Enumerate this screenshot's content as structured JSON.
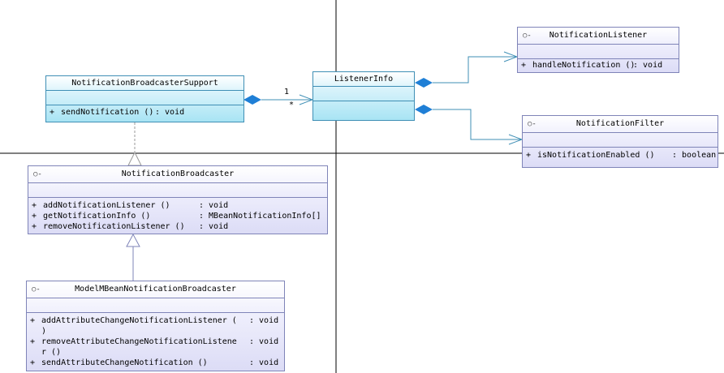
{
  "classes": {
    "support": {
      "name": "NotificationBroadcasterSupport",
      "operations": [
        {
          "visibility": "+",
          "name": "sendNotification ()",
          "return": ": void"
        }
      ]
    },
    "listener_info": {
      "name": "ListenerInfo"
    },
    "listener": {
      "icon": "○-",
      "name": "NotificationListener",
      "operations": [
        {
          "visibility": "+",
          "name": "handleNotification ()",
          "return": ": void"
        }
      ]
    },
    "filter": {
      "icon": "○-",
      "name": "NotificationFilter",
      "operations": [
        {
          "visibility": "+",
          "name": "isNotificationEnabled ()",
          "return": ": boolean"
        }
      ]
    },
    "broadcaster": {
      "icon": "○-",
      "name": "NotificationBroadcaster",
      "operations": [
        {
          "visibility": "+",
          "name": "addNotificationListener ()",
          "return": ": void"
        },
        {
          "visibility": "+",
          "name": "getNotificationInfo ()",
          "return": ": MBeanNotificationInfo[]"
        },
        {
          "visibility": "+",
          "name": "removeNotificationListener ()",
          "return": ": void"
        }
      ]
    },
    "model": {
      "icon": "○-",
      "name": "ModelMBeanNotificationBroadcaster",
      "operations": [
        {
          "visibility": "+",
          "name": "addAttributeChangeNotificationListener (",
          "return": ": void"
        },
        {
          "visibility": "",
          "name": ")",
          "return": ""
        },
        {
          "visibility": "+",
          "name": "removeAttributeChangeNotificationListene",
          "return": ": void"
        },
        {
          "visibility": "",
          "name": "r ()",
          "return": ""
        },
        {
          "visibility": "+",
          "name": "sendAttributeChangeNotification ()",
          "return": ": void"
        }
      ]
    }
  },
  "multiplicity": {
    "source": "1",
    "target": "*"
  },
  "colors": {
    "line": "#3f8fb5",
    "diamond": "#1f7fd6",
    "inherit": "#7f84b8"
  }
}
